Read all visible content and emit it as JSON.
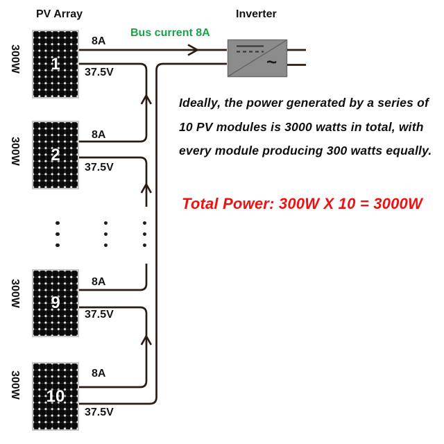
{
  "titles": {
    "pv_array": "PV Array",
    "inverter": "Inverter"
  },
  "bus_current_label": "Bus current 8A",
  "panels": [
    {
      "number": "1",
      "power": "300W",
      "current": "8A",
      "voltage": "37.5V"
    },
    {
      "number": "2",
      "power": "300W",
      "current": "8A",
      "voltage": "37.5V"
    },
    {
      "number": "9",
      "power": "300W",
      "current": "8A",
      "voltage": "37.5V"
    },
    {
      "number": "10",
      "power": "300W",
      "current": "8A",
      "voltage": "37.5V"
    }
  ],
  "inverter": {
    "ac_symbol": "~"
  },
  "annotation": {
    "lines": [
      "Ideally, the power generated by a series of",
      "10 PV modules is 3000 watts in total, with",
      "every module producing 300 watts equally."
    ]
  },
  "total_power": "Total Power: 300W X 10 = 3000W",
  "colors": {
    "bus_green": "#18a24b",
    "total_red": "#ee1111",
    "wire": "#2a1b13",
    "inverter_gray": "#8c8c8c"
  }
}
